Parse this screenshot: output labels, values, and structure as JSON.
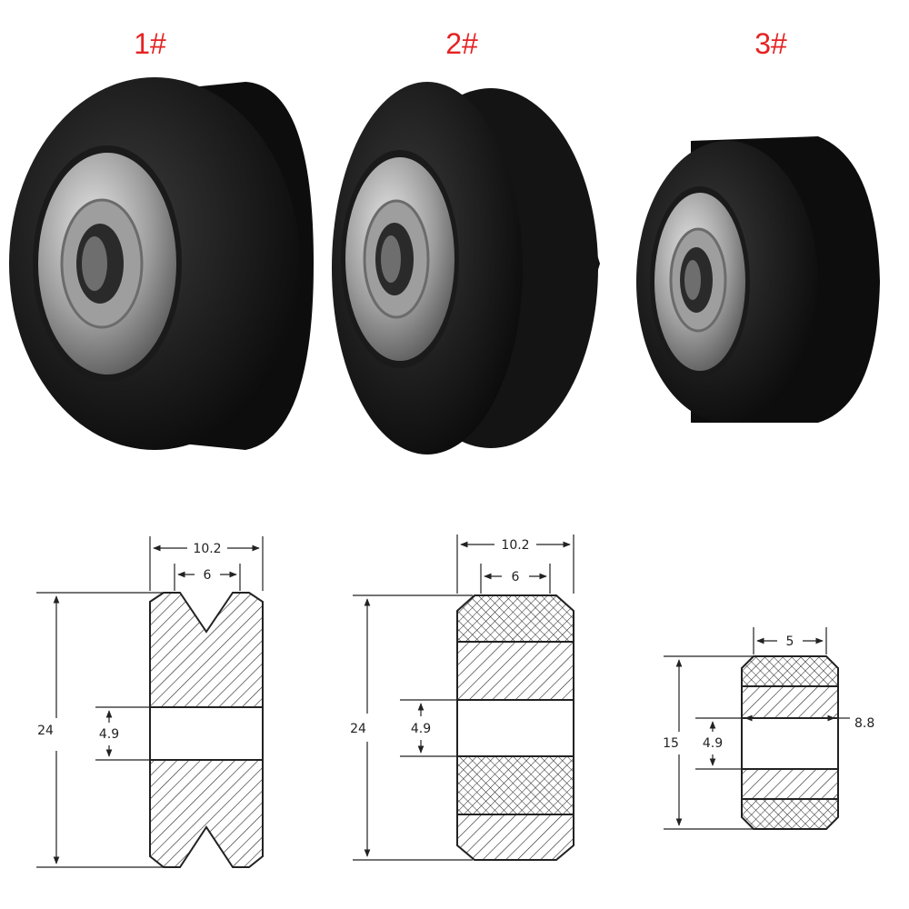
{
  "items": [
    {
      "label": "1#"
    },
    {
      "label": "2#"
    },
    {
      "label": "3#"
    }
  ],
  "drawings": [
    {
      "width": "10.2",
      "groove": "6",
      "height": "24",
      "bore": "4.9"
    },
    {
      "width": "10.2",
      "groove": "6",
      "height": "24",
      "bore": "4.9"
    },
    {
      "groove": "5",
      "height": "15",
      "bore": "4.9",
      "inner": "8.8"
    }
  ],
  "colors": {
    "label": "#e52222",
    "wheel": "#111111",
    "bearing": "#9a9a9a"
  }
}
